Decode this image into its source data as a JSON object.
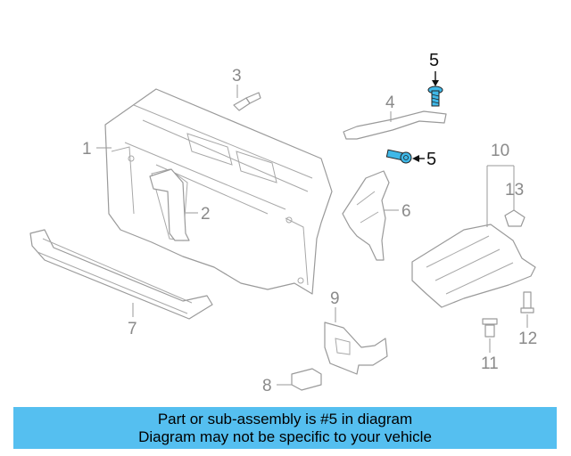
{
  "callouts": {
    "c1": "1",
    "c2": "2",
    "c3": "3",
    "c4": "4",
    "c5a": "5",
    "c5b": "5",
    "c6": "6",
    "c7": "7",
    "c8": "8",
    "c9": "9",
    "c10": "10",
    "c11": "11",
    "c12": "12",
    "c13": "13"
  },
  "colors": {
    "banner_bg": "#55bff0",
    "highlight_part": "#3fb8e8",
    "line_gray": "#9a9a9a"
  },
  "banner": {
    "line1": "Part or sub-assembly is #5 in diagram",
    "line2": "Diagram may not be specific to your vehicle"
  }
}
